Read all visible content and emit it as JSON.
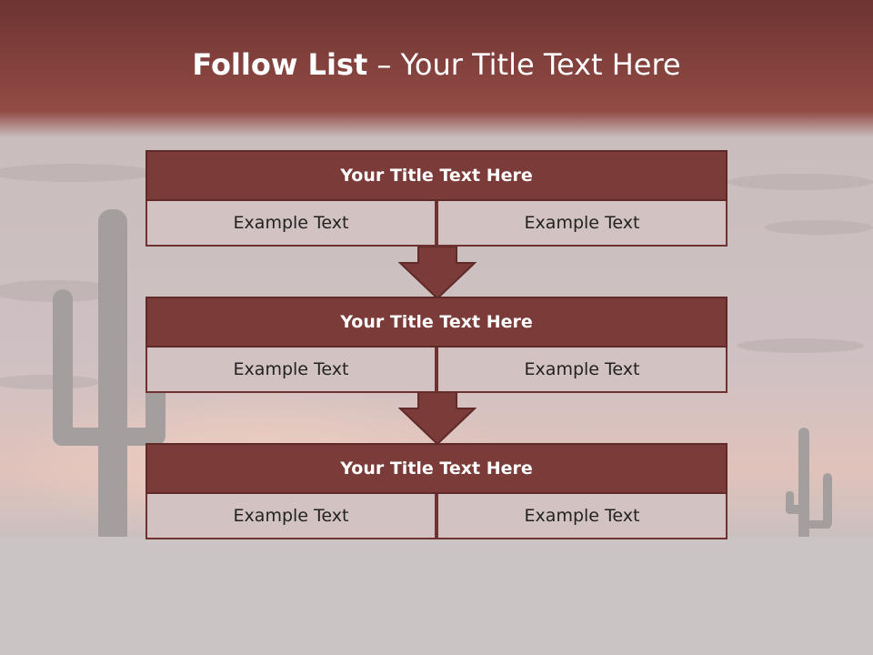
{
  "title": {
    "strong": "Follow List",
    "rest": " – Your Title Text Here"
  },
  "rows": [
    {
      "title": "Your Title Text Here",
      "left": "Example Text",
      "right": "Example Text"
    },
    {
      "title": "Your Title Text Here",
      "left": "Example Text",
      "right": "Example Text"
    },
    {
      "title": "Your Title Text Here",
      "left": "Example Text",
      "right": "Example Text"
    }
  ],
  "colors": {
    "header": "#7b3b38",
    "cell": "#d2c2c2",
    "topband": "#8d4440"
  }
}
